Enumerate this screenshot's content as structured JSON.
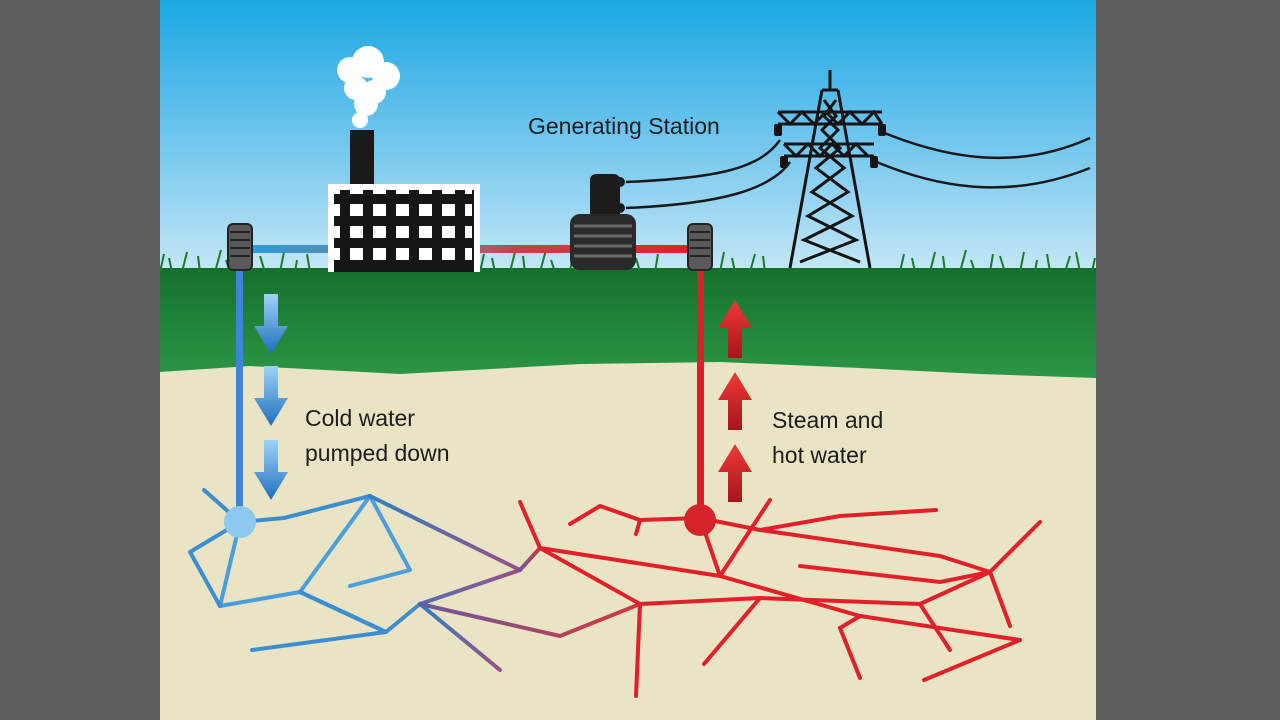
{
  "labels": {
    "generating_station": "Generating Station",
    "cold_water": [
      "Cold water",
      "pumped down"
    ],
    "hot_water": [
      "Steam and",
      "hot water"
    ]
  },
  "icons": [
    "smoke-icon",
    "factory-icon",
    "turbine-icon",
    "transmission-tower-icon",
    "wellhead-icon",
    "arrow-down-icon",
    "arrow-up-icon"
  ],
  "colors": {
    "backdrop": "#5f5f5f",
    "sky_top": "#28b0e6",
    "sky_bottom": "#bfe4f6",
    "grass": "#1f8a3a",
    "soil": "#e8e4c4",
    "cold": "#3f8fd4",
    "hot": "#e3202a"
  }
}
